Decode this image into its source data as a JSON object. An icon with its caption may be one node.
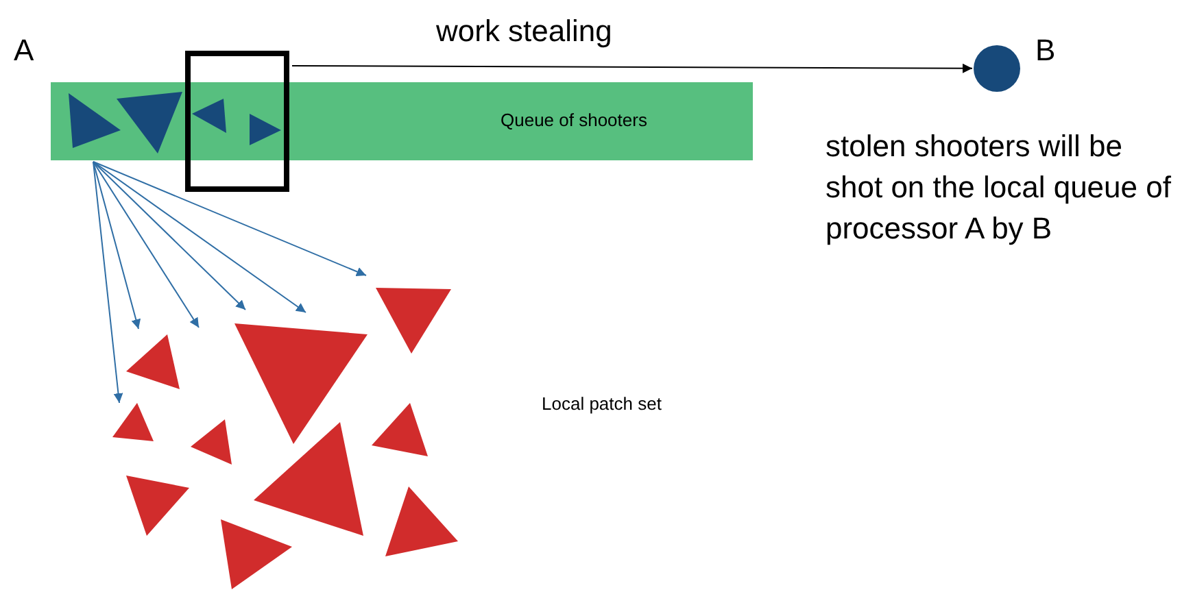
{
  "diagram": {
    "nodes": [
      {
        "text": [
          "Queue of shooters"
        ]
      },
      {
        "text": [],
        "shape": "box"
      },
      {
        "text": [],
        "shape": "circle"
      },
      {
        "text": [],
        "shape": "picture"
      }
    ],
    "edges": [
      {
        "from": 1,
        "to": 2,
        "arrow": "to",
        "label": "work stealing",
        "color": "#000000"
      },
      {
        "from": 0,
        "to": 3,
        "arrow": "to",
        "color": "#2f6ea5"
      },
      {
        "from": 0,
        "to": 3,
        "arrow": "to",
        "color": "#2f6ea5"
      },
      {
        "from": 0,
        "to": 3,
        "arrow": "to",
        "color": "#2f6ea5"
      },
      {
        "from": 0,
        "to": 3,
        "arrow": "to",
        "color": "#2f6ea5"
      },
      {
        "from": 0,
        "to": 3,
        "arrow": "to",
        "color": "#2f6ea5"
      },
      {
        "from": 0,
        "to": 3,
        "arrow": "to",
        "color": "#2f6ea5"
      }
    ],
    "labels": [
      "A",
      "B",
      "stolen shooters will be shot on the local queue of processor A by B",
      "Local patch set"
    ]
  }
}
